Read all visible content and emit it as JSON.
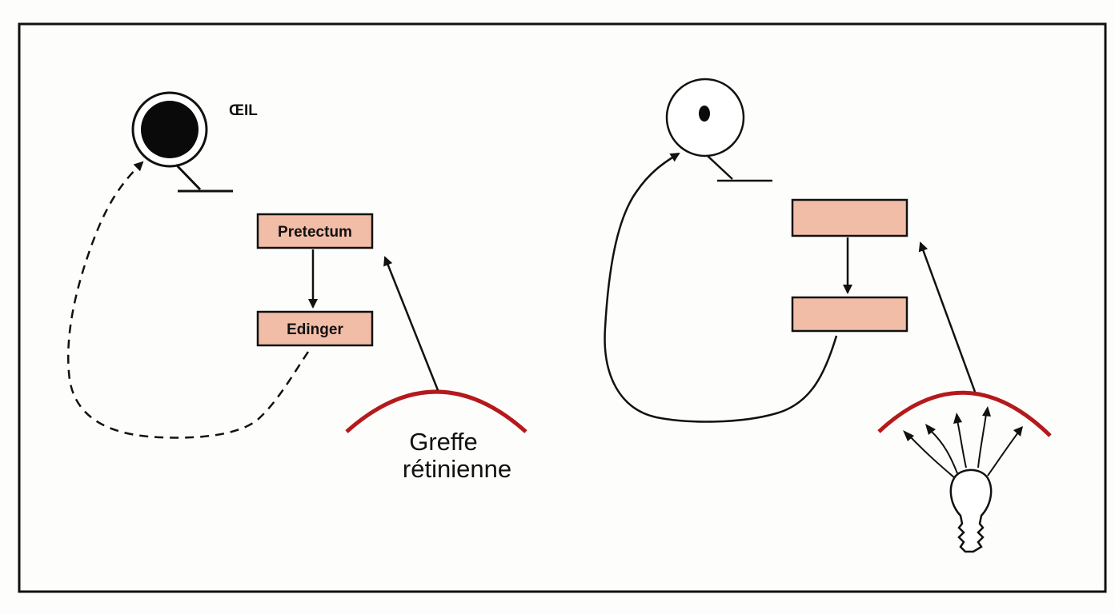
{
  "colors": {
    "box_fill": "#f2bda6",
    "graft_arc": "#b5191c",
    "stroke": "#111111",
    "frame": "#111111"
  },
  "left_panel": {
    "eye_label": "ŒIL",
    "pretectum_label": "Pretectum",
    "edinger_label": "Edinger",
    "graft_label_line1": "Greffe",
    "graft_label_line2": "rétinienne"
  },
  "right_panel": {
    "upper_box_label": "",
    "lower_box_label": ""
  }
}
